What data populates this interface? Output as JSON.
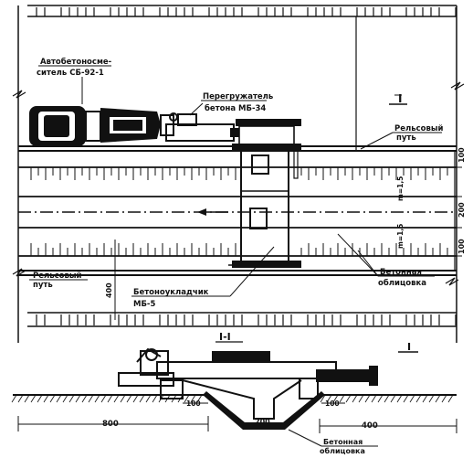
{
  "labels": {
    "mixer_line1": "Автобетоносме-",
    "mixer_line2": "ситель СБ-92-1",
    "reloader_line1": "Перегружатель",
    "reloader_line2": "бетона МБ-34",
    "rail_right_line1": "Рельсовый",
    "rail_right_line2": "путь",
    "rail_left_line1": "Рельсовый",
    "rail_left_line2": "путь",
    "paver_line1": "Бетоноукладчик",
    "paver_line2": "МБ-5",
    "lining_line1": "Бетонная",
    "lining_line2": "облицовка",
    "bottom_lining_line1": "Бетонная",
    "bottom_lining_line2": "облицовка",
    "section_mark_top": "I",
    "section_title": "I-I",
    "section_mark_bottom": "I"
  },
  "dimensions": {
    "d400_left": "400",
    "d100_top": "100",
    "d200_mid": "200",
    "d100_bot": "100",
    "slope1": "m=1,5",
    "slope2": "m=1,5",
    "d800": "800",
    "d400_right": "400",
    "d200_bottom": "200",
    "d100_left_sec": "100",
    "d100_right_sec": "100"
  }
}
